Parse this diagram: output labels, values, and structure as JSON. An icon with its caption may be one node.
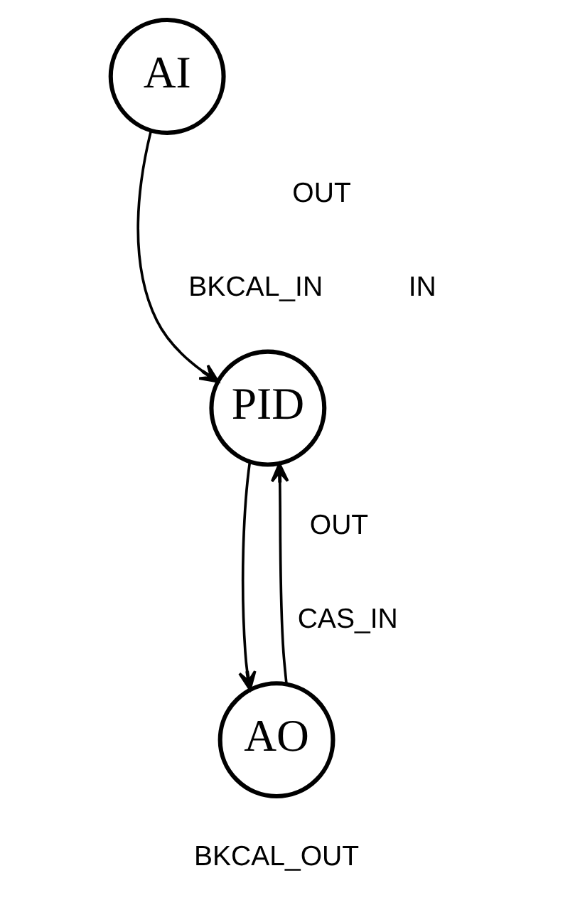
{
  "diagram": {
    "nodes": [
      {
        "text": [
          "AI"
        ]
      },
      {
        "text": [
          "PID"
        ]
      },
      {
        "text": [
          "AO"
        ]
      }
    ],
    "edges": [
      {
        "from": 0,
        "to": 1,
        "arrow": "to"
      },
      {
        "from": 1,
        "to": 2,
        "arrow": "to"
      },
      {
        "from": 2,
        "to": 1,
        "arrow": "to"
      }
    ],
    "labels": [
      "OUT",
      "IN",
      "BKCAL_IN",
      "OUT",
      "CAS_IN",
      "BKCAL_OUT"
    ]
  }
}
